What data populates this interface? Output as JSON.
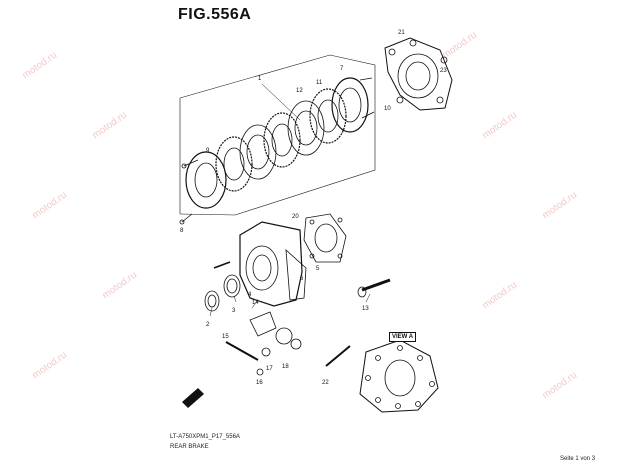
{
  "figure": {
    "title": "FIG.556A",
    "code": "LT-A750XPM1_P17_556A",
    "name": "REAR BRAKE",
    "page_label": "Seite 1 von 3",
    "view_label": "VIEW A"
  },
  "watermark": "motod.ru",
  "callouts": [
    "1",
    "2",
    "3",
    "4",
    "5",
    "6",
    "7",
    "8",
    "9",
    "10",
    "11",
    "12",
    "13",
    "14",
    "15",
    "16",
    "17",
    "18",
    "20",
    "21",
    "22",
    "23"
  ],
  "colors": {
    "line": "#111111",
    "watermark": "#f3c9c9"
  }
}
